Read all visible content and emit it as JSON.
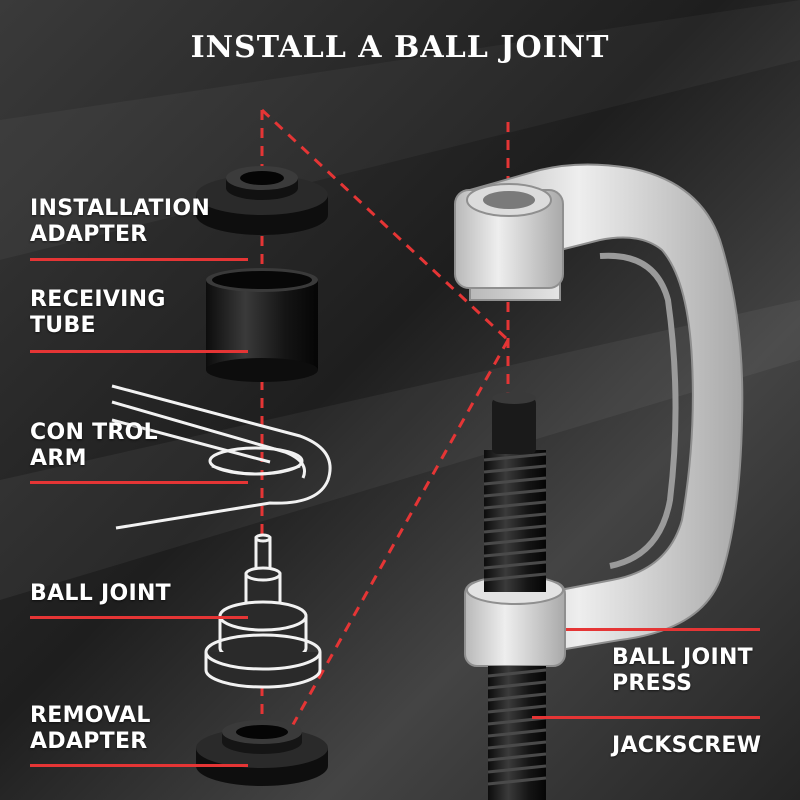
{
  "title": "INSTALL A BALL JOINT",
  "labels": {
    "installation_adapter": [
      "INSTALLATION",
      "ADAPTER"
    ],
    "receiving_tube": [
      "RECEIVING",
      "TUBE"
    ],
    "control_arm": [
      "CON TROL",
      "ARM"
    ],
    "ball_joint": [
      "BALL JOINT"
    ],
    "removal_adapter": [
      "REMOVAL",
      "ADAPTER"
    ],
    "ball_joint_press": [
      "BALL JOINT",
      "PRESS"
    ],
    "jackscrew": [
      "JACKSCREW"
    ]
  },
  "colors": {
    "accent": "#e53535",
    "background": "#2b2b2b",
    "text": "#ffffff",
    "press_silver": "#d4d4d4",
    "part_black": "#151515"
  }
}
